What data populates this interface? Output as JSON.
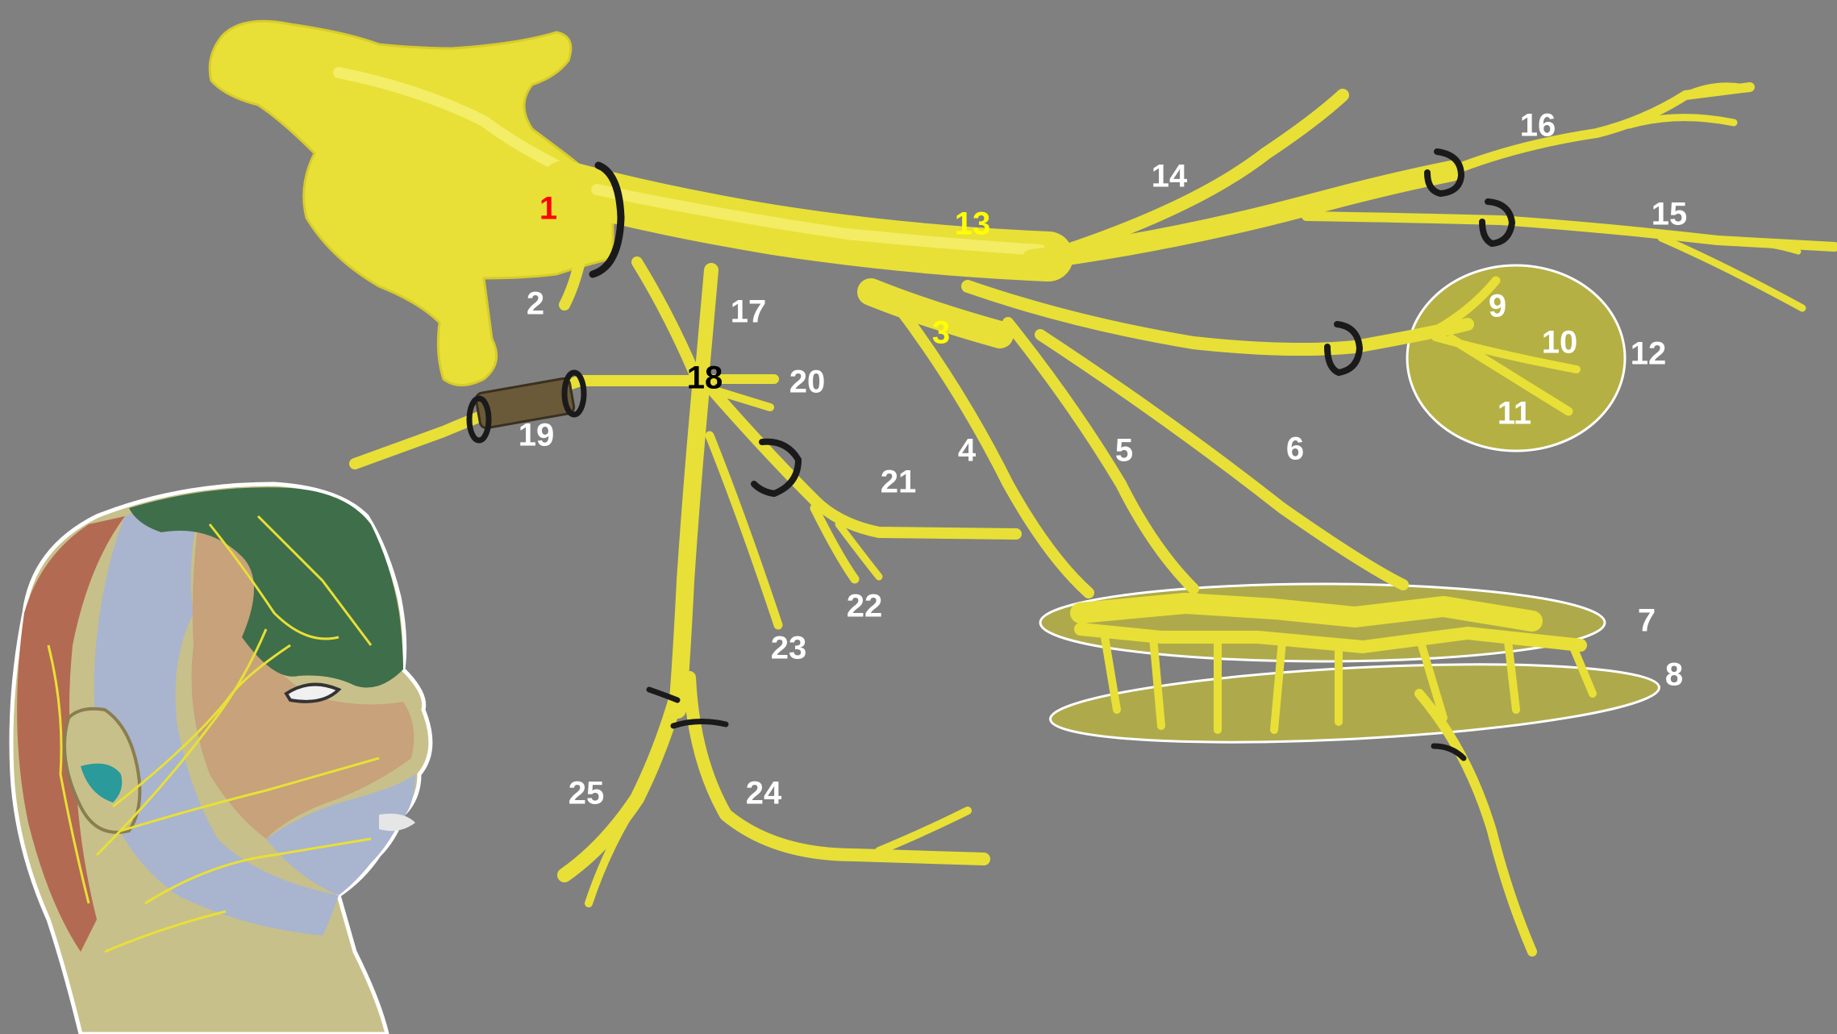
{
  "colors": {
    "background": "#808080",
    "nerve": "#e8e036",
    "nerve_dark": "#c9b81e",
    "nerve_light": "#fbf58a",
    "label_default": "#ffffff",
    "label_red": "#ff0000",
    "label_yellow": "#ffff00",
    "label_black": "#000000",
    "region_fill": "#bdb83a",
    "region_outline": "#ffffff",
    "clamp": "#1a1a1a",
    "face_green": "#3f6e4a",
    "face_blue": "#a9b4cf",
    "face_tan": "#c7a27a",
    "face_rust": "#b36a52",
    "face_khaki": "#c8c08a",
    "face_teal": "#2a9a9a"
  },
  "icons": {
    "clamp": "ring-clamp-icon",
    "cannula": "tube-segment-icon",
    "head": "head-profile-illustration"
  },
  "labels": [
    {
      "id": "1",
      "text": "1",
      "color": "label_red"
    },
    {
      "id": "2",
      "text": "2",
      "color": "label_default"
    },
    {
      "id": "3",
      "text": "3",
      "color": "label_yellow"
    },
    {
      "id": "4",
      "text": "4",
      "color": "label_default"
    },
    {
      "id": "5",
      "text": "5",
      "color": "label_default"
    },
    {
      "id": "6",
      "text": "6",
      "color": "label_default"
    },
    {
      "id": "7",
      "text": "7",
      "color": "label_default"
    },
    {
      "id": "8",
      "text": "8",
      "color": "label_default"
    },
    {
      "id": "9",
      "text": "9",
      "color": "label_default"
    },
    {
      "id": "10",
      "text": "10",
      "color": "label_default"
    },
    {
      "id": "11",
      "text": "11",
      "color": "label_default"
    },
    {
      "id": "12",
      "text": "12",
      "color": "label_default"
    },
    {
      "id": "13",
      "text": "13",
      "color": "label_yellow"
    },
    {
      "id": "14",
      "text": "14",
      "color": "label_default"
    },
    {
      "id": "15",
      "text": "15",
      "color": "label_default"
    },
    {
      "id": "16",
      "text": "16",
      "color": "label_default"
    },
    {
      "id": "17",
      "text": "17",
      "color": "label_default"
    },
    {
      "id": "18",
      "text": "18",
      "color": "label_black"
    },
    {
      "id": "19",
      "text": "19",
      "color": "label_default"
    },
    {
      "id": "20",
      "text": "20",
      "color": "label_default"
    },
    {
      "id": "21",
      "text": "21",
      "color": "label_default"
    },
    {
      "id": "22",
      "text": "22",
      "color": "label_default"
    },
    {
      "id": "23",
      "text": "23",
      "color": "label_default"
    },
    {
      "id": "24",
      "text": "24",
      "color": "label_default"
    },
    {
      "id": "25",
      "text": "25",
      "color": "label_default"
    }
  ]
}
